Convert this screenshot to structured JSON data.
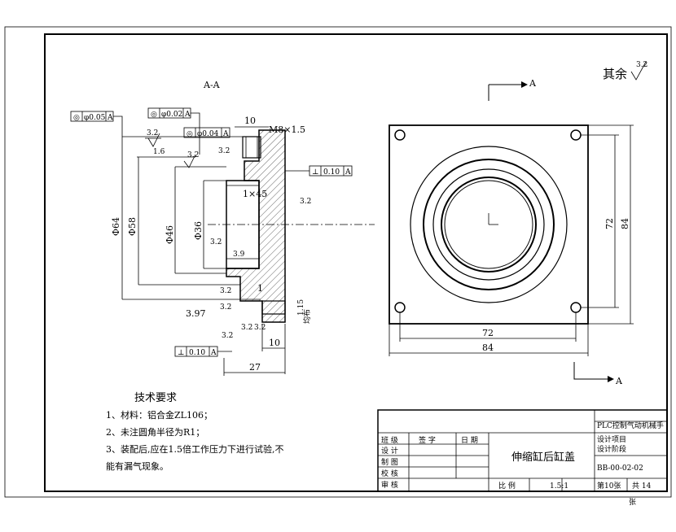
{
  "section_label": "A-A",
  "roughness": {
    "general_prefix": "其余",
    "general_value": "3.2",
    "values": [
      "3.2",
      "1.6",
      "3.2",
      "3.2",
      "3.2",
      "3.2",
      "3.2",
      "3.2",
      "3.2",
      "3.2",
      "3.2"
    ]
  },
  "tolerance_frames": [
    {
      "symbol": "◎",
      "value": "φ0.05",
      "datum": "A"
    },
    {
      "symbol": "◎",
      "value": "φ0.02",
      "datum": "A"
    },
    {
      "symbol": "◎",
      "value": "φ0.04",
      "datum": "A"
    },
    {
      "symbol": "⊥",
      "value": "0.10",
      "datum": "A"
    },
    {
      "symbol": "⊥",
      "value": "0.10",
      "datum": "A"
    }
  ],
  "dimensions": {
    "top_width": "10",
    "thread": "M8×1.5",
    "chamfer": "1×45",
    "dia_outer": "Φ64",
    "dia_2": "Φ58",
    "dia_3": "Φ46",
    "dia_4": "Φ36",
    "step": "3.9",
    "groove_1": "1",
    "groove_depth": "3.97",
    "port": "1.15",
    "port_2": "均布",
    "bottom_width": "10",
    "total_width": "27",
    "plan_inner": "72",
    "plan_outer": "84",
    "plan_v_inner": "72",
    "plan_v_outer": "84"
  },
  "view_markers": {
    "top": "A",
    "bottom": "A"
  },
  "notes": {
    "heading": "技术要求",
    "lines": [
      "1、材料：铝合金ZL106；",
      "2、未注圆角半径为R1；",
      "3、装配后,应在1.5倍工作压力下进行试验,不",
      "能有漏气现象。"
    ]
  },
  "title_block": {
    "project": "PLC控制气动机械手",
    "part_name": "伸缩缸后缸盖",
    "col_sign": "签 字",
    "col_date": "日 期",
    "rows": [
      "班 级",
      "设 计",
      "制 图",
      "校 核",
      "审 核"
    ],
    "design_project": "设计项目",
    "design_stage": "设计阶段",
    "drawing_no": "BB-00-02-02",
    "scale_label": "比 例",
    "scale": "1.5:1",
    "sheet": "第10张",
    "total": "共 14",
    "total_unit": "张"
  },
  "colors": {
    "line": "#000000",
    "background": "#ffffff"
  }
}
